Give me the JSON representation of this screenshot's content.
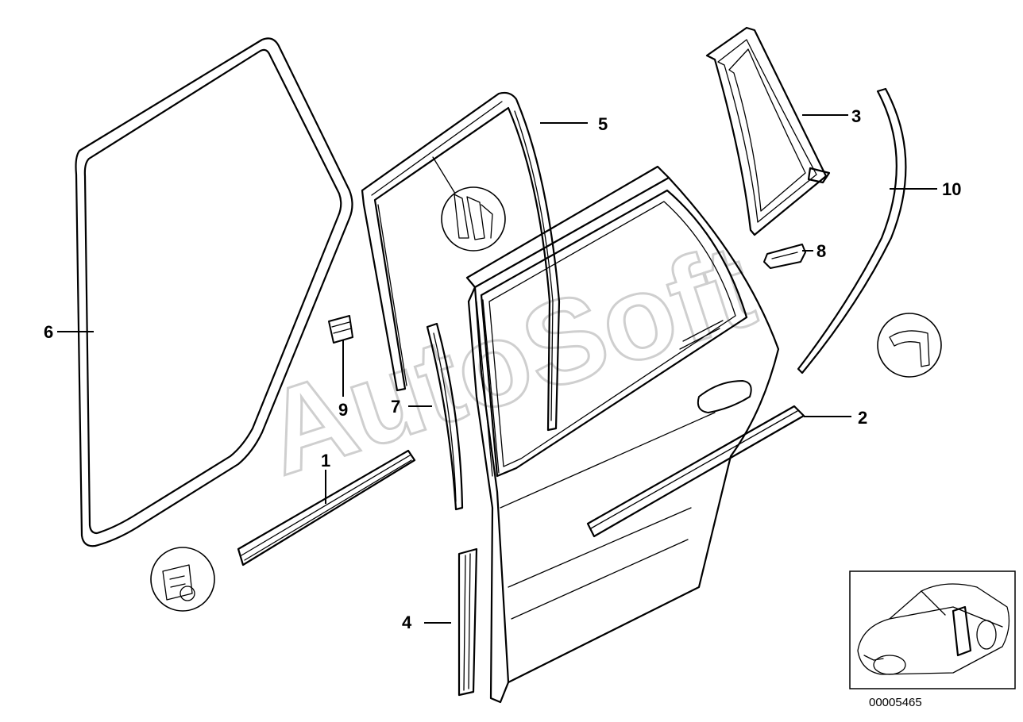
{
  "watermark": "AutoSoft",
  "callouts": [
    {
      "id": "1",
      "label": "1"
    },
    {
      "id": "2",
      "label": "2"
    },
    {
      "id": "3",
      "label": "3"
    },
    {
      "id": "4",
      "label": "4"
    },
    {
      "id": "5",
      "label": "5"
    },
    {
      "id": "6",
      "label": "6"
    },
    {
      "id": "7",
      "label": "7"
    },
    {
      "id": "8",
      "label": "8"
    },
    {
      "id": "9",
      "label": "9"
    },
    {
      "id": "10",
      "label": "10"
    }
  ],
  "diagram_number": "00005465"
}
